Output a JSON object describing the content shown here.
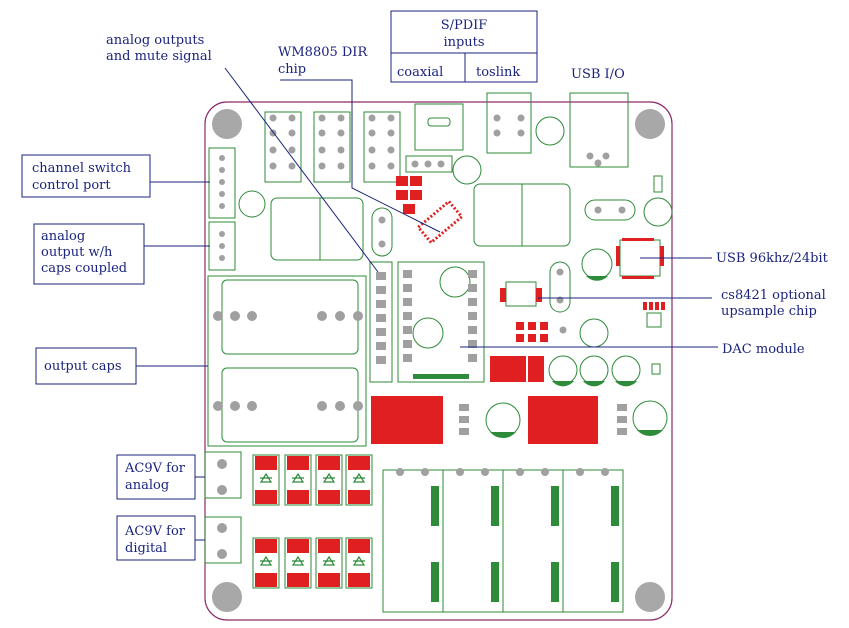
{
  "labels": {
    "spdif_title_1": "S/PDIF",
    "spdif_title_2": "inputs",
    "spdif_coaxial": "coaxial",
    "spdif_toslink": "toslink",
    "usb_io": "USB I/O",
    "analog_outputs_1": "analog outputs",
    "analog_outputs_2": "and mute signal",
    "wm8805_1": "WM8805 DIR",
    "wm8805_2": "chip",
    "channel_switch_1": "channel switch",
    "channel_switch_2": "control port",
    "analog_output_1": "analog",
    "analog_output_2": "output w/h",
    "analog_output_3": "caps coupled",
    "output_caps": "output caps",
    "ac9v_analog_1": "AC9V for",
    "ac9v_analog_2": "analog",
    "ac9v_digital_1": "AC9V for",
    "ac9v_digital_2": "digital",
    "usb_96khz": "USB 96khz/24bit",
    "cs8421_1": "cs8421 optional",
    "cs8421_2": "upsample chip",
    "dac_module": "DAC module"
  },
  "colors": {
    "board_outline": "#8e2a6b",
    "silkscreen": "#2e8b3a",
    "pad_fill": "#a0a0a0",
    "mount_hole": "#a8a8a8",
    "red_part": "#e02020",
    "label_text": "#1a237e",
    "leader_line": "#1a237e"
  }
}
